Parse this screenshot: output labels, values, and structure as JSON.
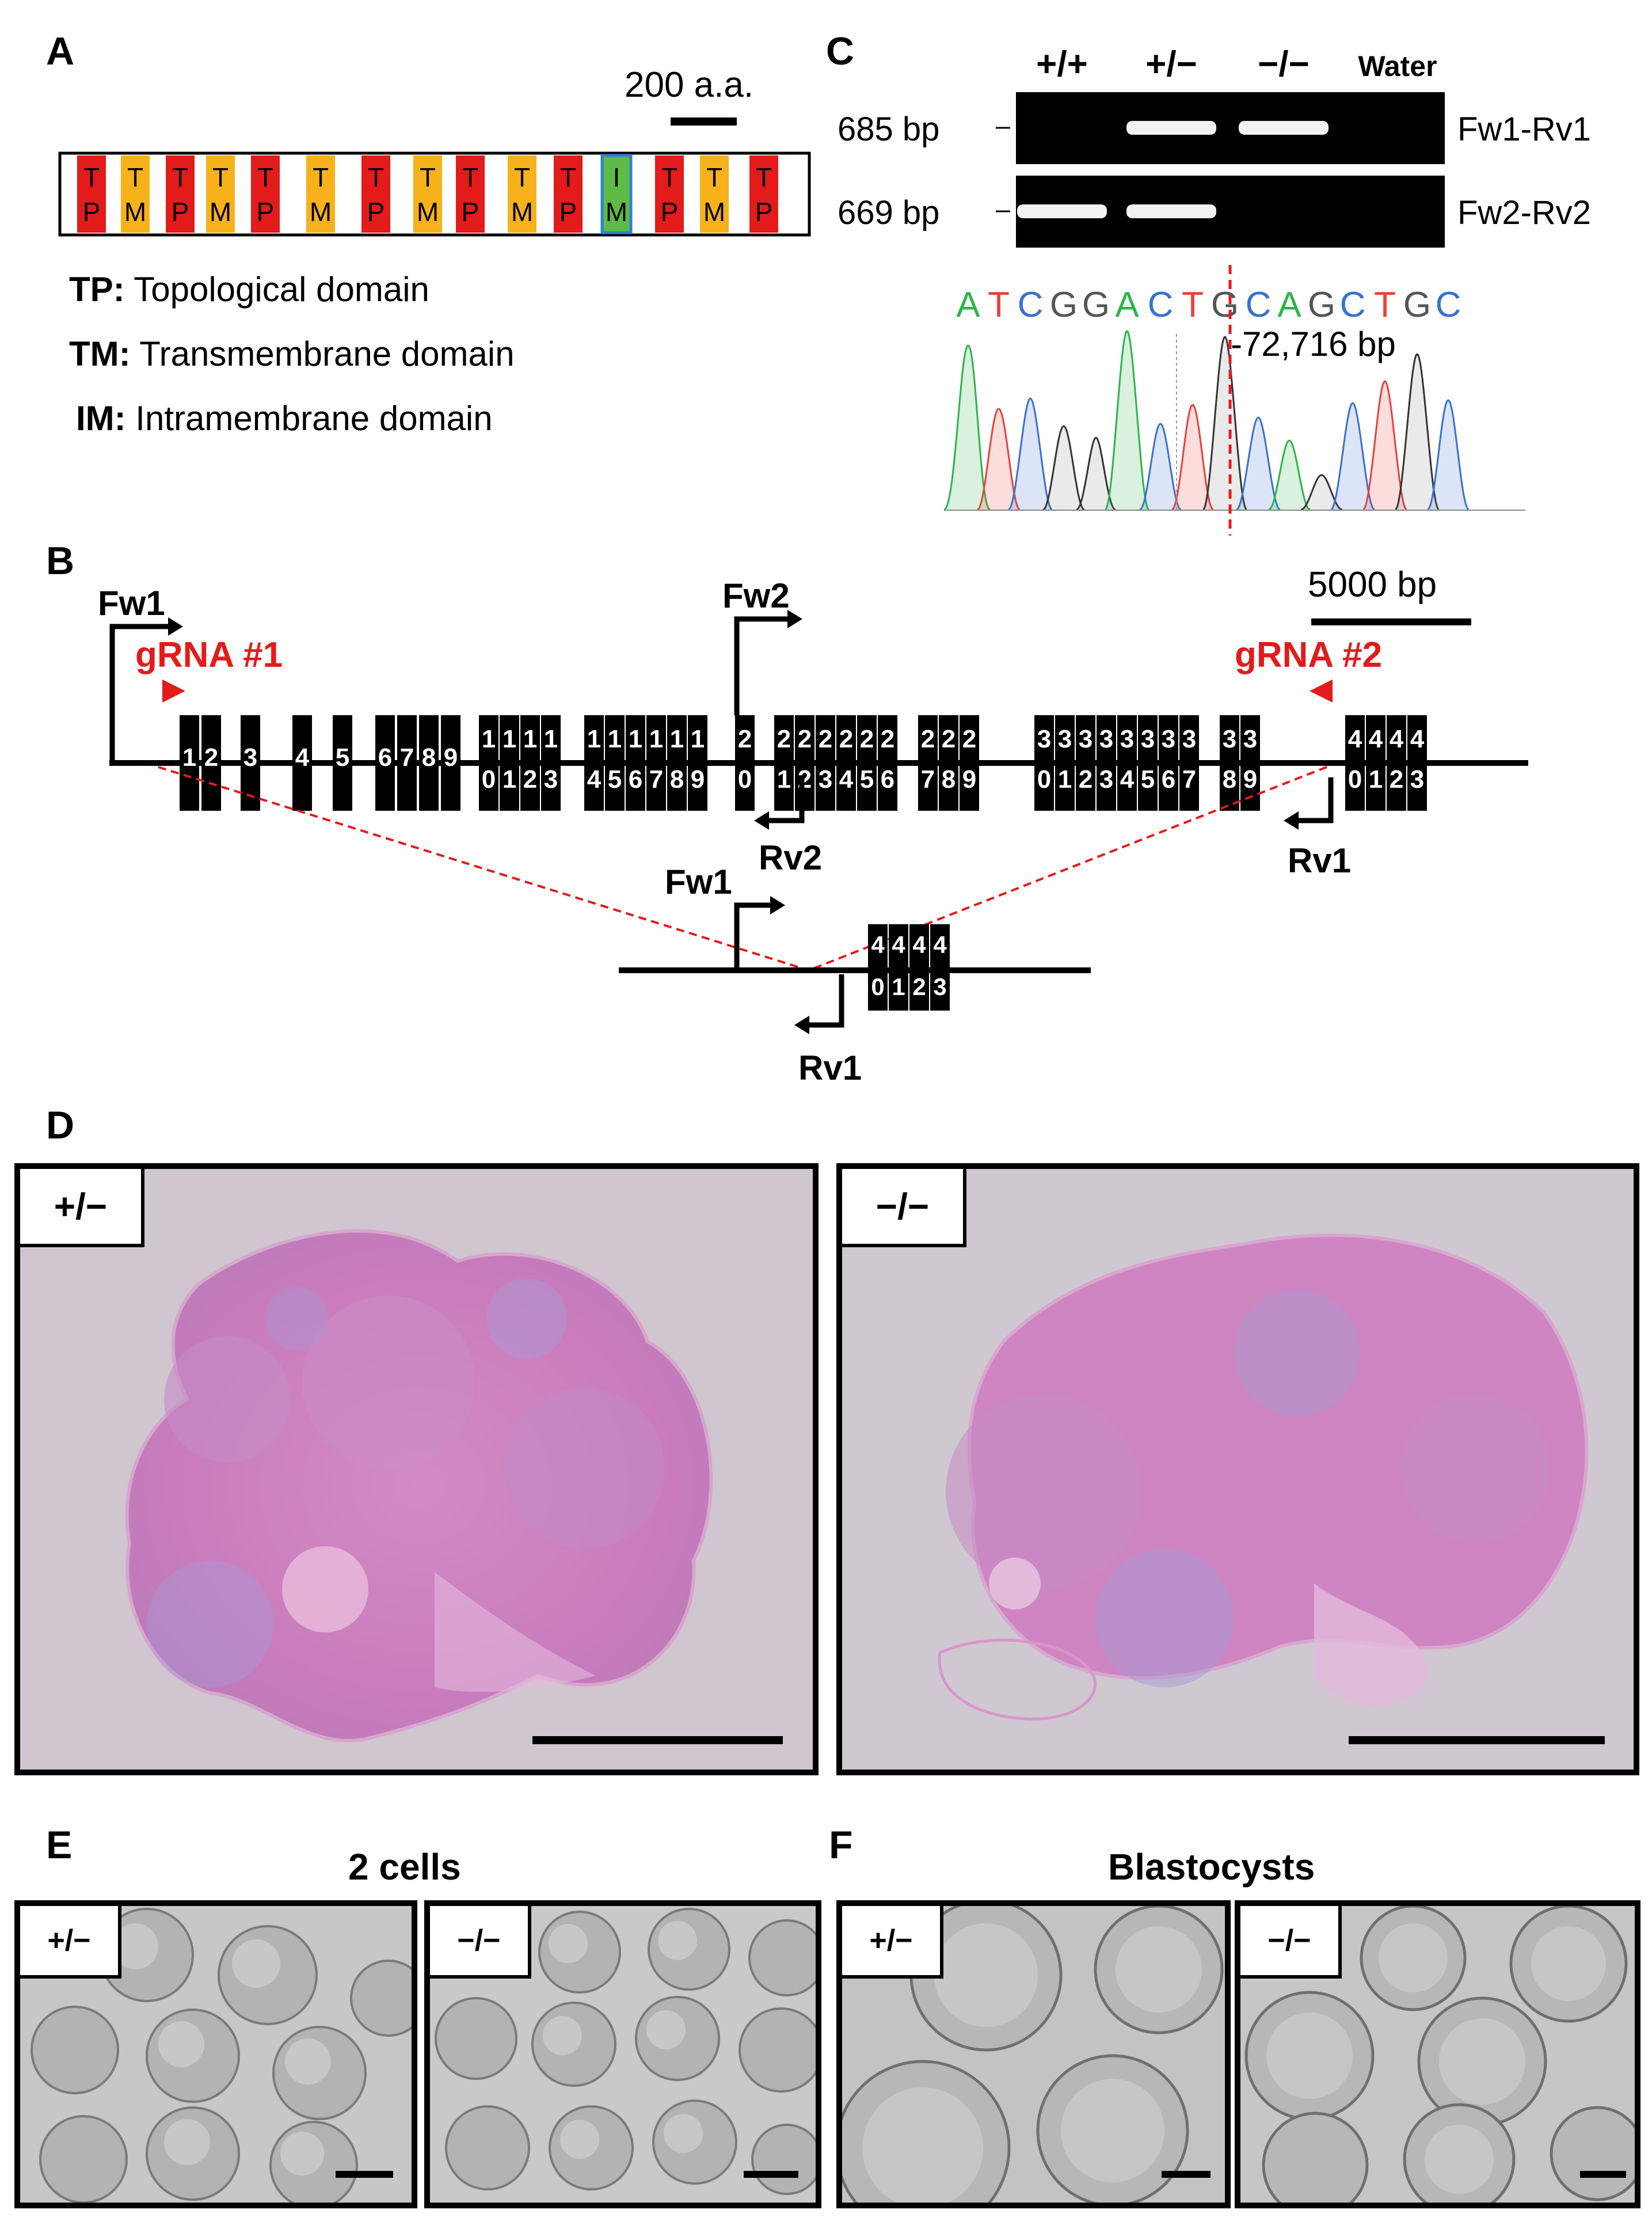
{
  "panels": {
    "A": {
      "letter": "A",
      "scale_label": "200 a.a.",
      "domains": [
        {
          "l1": "T",
          "l2": "P",
          "color": "#e31b1b"
        },
        {
          "l1": "T",
          "l2": "M",
          "color": "#f7b21b"
        },
        {
          "l1": "T",
          "l2": "P",
          "color": "#e31b1b"
        },
        {
          "l1": "T",
          "l2": "M",
          "color": "#f7b21b"
        },
        {
          "l1": "T",
          "l2": "P",
          "color": "#e31b1b"
        },
        {
          "l1": "T",
          "l2": "M",
          "color": "#f7b21b"
        },
        {
          "l1": "T",
          "l2": "P",
          "color": "#e31b1b"
        },
        {
          "l1": "T",
          "l2": "M",
          "color": "#f7b21b"
        },
        {
          "l1": "T",
          "l2": "P",
          "color": "#e31b1b"
        },
        {
          "l1": "T",
          "l2": "M",
          "color": "#f7b21b"
        },
        {
          "l1": "T",
          "l2": "P",
          "color": "#e31b1b"
        },
        {
          "l1": "I",
          "l2": "M",
          "color": "#5dbb46"
        },
        {
          "l1": "T",
          "l2": "P",
          "color": "#e31b1b"
        },
        {
          "l1": "T",
          "l2": "M",
          "color": "#f7b21b"
        },
        {
          "l1": "T",
          "l2": "P",
          "color": "#e31b1b"
        }
      ],
      "legend": [
        {
          "abbr": "TP:",
          "desc": "Topological domain"
        },
        {
          "abbr": "TM:",
          "desc": "Transmembrane domain"
        },
        {
          "abbr": "IM:",
          "desc": "Intramembrane domain"
        }
      ]
    },
    "B": {
      "letter": "B",
      "scale_label": "5000 bp",
      "fw1": "Fw1",
      "fw2": "Fw2",
      "rv1": "Rv1",
      "rv2": "Rv2",
      "grna1": "gRNA #1",
      "grna2": "gRNA #2",
      "exons": [
        {
          "top": "",
          "bot": "1"
        },
        {
          "top": "",
          "bot": "2"
        },
        {
          "top": "",
          "bot": "3"
        },
        {
          "top": "",
          "bot": "4"
        },
        {
          "top": "",
          "bot": "5"
        },
        {
          "top": "",
          "bot": "6"
        },
        {
          "top": "",
          "bot": "7"
        },
        {
          "top": "",
          "bot": "8"
        },
        {
          "top": "",
          "bot": "9"
        },
        {
          "top": "1",
          "bot": "0"
        },
        {
          "top": "1",
          "bot": "1"
        },
        {
          "top": "1",
          "bot": "2"
        },
        {
          "top": "1",
          "bot": "3"
        },
        {
          "top": "1",
          "bot": "4"
        },
        {
          "top": "1",
          "bot": "5"
        },
        {
          "top": "1",
          "bot": "6"
        },
        {
          "top": "1",
          "bot": "7"
        },
        {
          "top": "1",
          "bot": "8"
        },
        {
          "top": "1",
          "bot": "9"
        },
        {
          "top": "2",
          "bot": "0"
        },
        {
          "top": "2",
          "bot": "1"
        },
        {
          "top": "2",
          "bot": "2"
        },
        {
          "top": "2",
          "bot": "3"
        },
        {
          "top": "2",
          "bot": "4"
        },
        {
          "top": "2",
          "bot": "5"
        },
        {
          "top": "2",
          "bot": "6"
        },
        {
          "top": "2",
          "bot": "7"
        },
        {
          "top": "2",
          "bot": "8"
        },
        {
          "top": "2",
          "bot": "9"
        },
        {
          "top": "3",
          "bot": "0"
        },
        {
          "top": "3",
          "bot": "1"
        },
        {
          "top": "3",
          "bot": "2"
        },
        {
          "top": "3",
          "bot": "3"
        },
        {
          "top": "3",
          "bot": "4"
        },
        {
          "top": "3",
          "bot": "5"
        },
        {
          "top": "3",
          "bot": "6"
        },
        {
          "top": "3",
          "bot": "7"
        },
        {
          "top": "3",
          "bot": "8"
        },
        {
          "top": "3",
          "bot": "9"
        },
        {
          "top": "4",
          "bot": "0"
        },
        {
          "top": "4",
          "bot": "1"
        },
        {
          "top": "4",
          "bot": "2"
        },
        {
          "top": "4",
          "bot": "3"
        }
      ],
      "deleted_exons": [
        {
          "top": "4",
          "bot": "0"
        },
        {
          "top": "4",
          "bot": "1"
        },
        {
          "top": "4",
          "bot": "2"
        },
        {
          "top": "4",
          "bot": "3"
        }
      ]
    },
    "C": {
      "letter": "C",
      "genotypes": [
        "+/+",
        "+/−",
        "−/−",
        "Water"
      ],
      "gels": [
        {
          "size": "685 bp",
          "primers": "Fw1-Rv1",
          "bands": [
            false,
            true,
            true,
            false
          ]
        },
        {
          "size": "669 bp",
          "primers": "Fw2-Rv2",
          "bands": [
            true,
            true,
            false,
            false
          ]
        }
      ],
      "sequence": [
        {
          "base": "A",
          "color": "#2eb34a"
        },
        {
          "base": "T",
          "color": "#e8413c"
        },
        {
          "base": "C",
          "color": "#3b6fd1"
        },
        {
          "base": "G",
          "color": "#555555"
        },
        {
          "base": "G",
          "color": "#555555"
        },
        {
          "base": "A",
          "color": "#2eb34a"
        },
        {
          "base": "C",
          "color": "#3b6fd1"
        },
        {
          "base": "T",
          "color": "#e8413c"
        },
        {
          "base": "G",
          "color": "#555555"
        },
        {
          "base": "C",
          "color": "#3b6fd1"
        },
        {
          "base": "A",
          "color": "#2eb34a"
        },
        {
          "base": "G",
          "color": "#555555"
        },
        {
          "base": "C",
          "color": "#3b6fd1"
        },
        {
          "base": "T",
          "color": "#e8413c"
        },
        {
          "base": "G",
          "color": "#555555"
        },
        {
          "base": "C",
          "color": "#3b6fd1"
        }
      ],
      "deletion_label": "-72,716 bp"
    },
    "D": {
      "letter": "D",
      "left_tag": "+/−",
      "right_tag": "−/−"
    },
    "E": {
      "letter": "E",
      "title": "2 cells",
      "left_tag": "+/−",
      "right_tag": "−/−"
    },
    "F": {
      "letter": "F",
      "title": "Blastocysts",
      "left_tag": "+/−",
      "right_tag": "−/−"
    }
  }
}
